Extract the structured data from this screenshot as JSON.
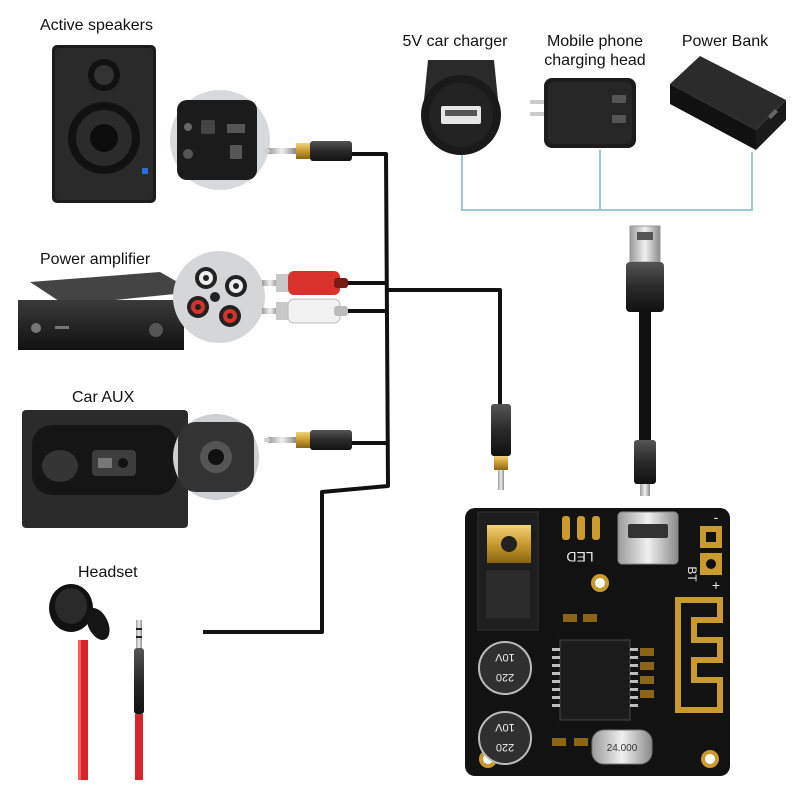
{
  "sources": {
    "active_speakers": "Active speakers",
    "power_amplifier": "Power amplifier",
    "car_aux": "Car AUX",
    "headset": "Headset"
  },
  "power_sources": {
    "car_charger": "5V car charger",
    "phone_head_line1": "Mobile phone",
    "phone_head_line2": "charging head",
    "power_bank": "Power Bank"
  },
  "board": {
    "led_text": "LED",
    "bt_text": "BT",
    "pin_minus": "-",
    "pin_plus": "+",
    "cap1_line1": "10V",
    "cap1_line2": "220",
    "cap2_line1": "10V",
    "cap2_line2": "220",
    "crystal_text": "24.000"
  },
  "colors": {
    "cable": "#111111",
    "bracket": "#9ec9cf",
    "rca_red": "#d9312b",
    "rca_white": "#f2f2f2",
    "headset_cord": "#d7252b",
    "pcb": "#121212",
    "gold": "#c99a2e"
  }
}
